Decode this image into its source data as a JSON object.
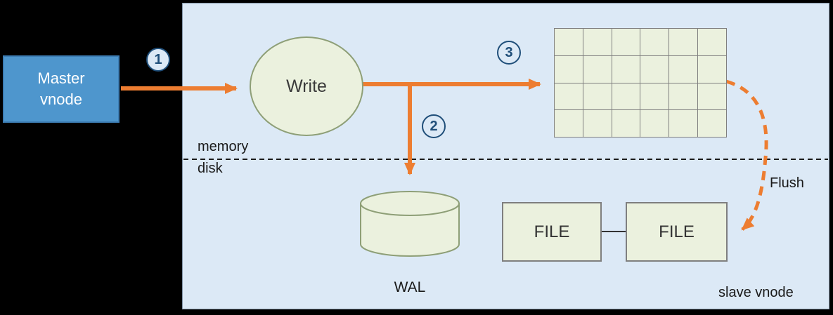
{
  "colors": {
    "canvas-bg": "#000000",
    "panel-bg": "#dce9f6",
    "panel-border": "#8496a9",
    "node-fill": "#ebf1de",
    "node-border": "#8e9f77",
    "grid-border": "#7f7f7f",
    "master-fill": "#4e96cd",
    "master-border": "#3d7eb5",
    "orange": "#ed7d31",
    "step-blue": "#1f4e79"
  },
  "master_node": {
    "label": "Master vnode"
  },
  "write_node": {
    "label": "Write"
  },
  "steps": {
    "one": "1",
    "two": "2",
    "three": "3"
  },
  "divider": {
    "above": "memory",
    "below": "disk"
  },
  "wal": {
    "label": "WAL"
  },
  "files": {
    "file1": "FILE",
    "file2": "FILE"
  },
  "flush": {
    "label": "Flush"
  },
  "panel": {
    "label": "slave vnode"
  },
  "grid": {
    "rows": 4,
    "cols": 6
  }
}
